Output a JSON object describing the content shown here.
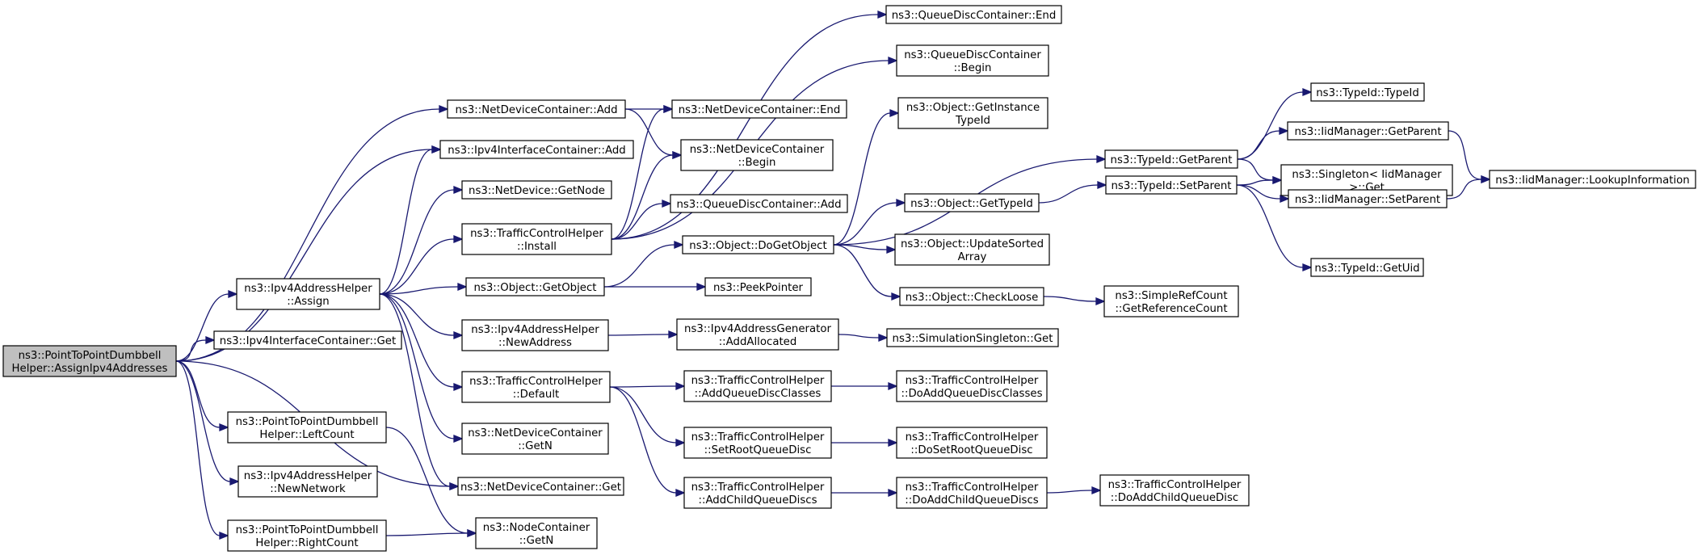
{
  "nodes": {
    "root": [
      "ns3::PointToPointDumbbell",
      "Helper::AssignIpv4Addresses"
    ],
    "ndc_add": [
      "ns3::NetDeviceContainer::Add"
    ],
    "iic_add": [
      "ns3::Ipv4InterfaceContainer::Add"
    ],
    "nd_getnode": [
      "ns3::NetDevice::GetNode"
    ],
    "tch_install": [
      "ns3::TrafficControlHelper",
      "::Install"
    ],
    "iah_assign": [
      "ns3::Ipv4AddressHelper",
      "::Assign"
    ],
    "iic_get": [
      "ns3::Ipv4InterfaceContainer::Get"
    ],
    "obj_getobject": [
      "ns3::Object::GetObject"
    ],
    "iah_newaddress": [
      "ns3::Ipv4AddressHelper",
      "::NewAddress"
    ],
    "tch_default": [
      "ns3::TrafficControlHelper",
      "::Default"
    ],
    "ndc_getn": [
      "ns3::NetDeviceContainer",
      "::GetN"
    ],
    "ndc_get": [
      "ns3::NetDeviceContainer::Get"
    ],
    "p2p_leftcount": [
      "ns3::PointToPointDumbbell",
      "Helper::LeftCount"
    ],
    "iah_newnetwork": [
      "ns3::Ipv4AddressHelper",
      "::NewNetwork"
    ],
    "p2p_rightcount": [
      "ns3::PointToPointDumbbell",
      "Helper::RightCount"
    ],
    "nc_getn": [
      "ns3::NodeContainer",
      "::GetN"
    ],
    "ndc_end": [
      "ns3::NetDeviceContainer::End"
    ],
    "ndc_begin": [
      "ns3::NetDeviceContainer",
      "::Begin"
    ],
    "qdc_add": [
      "ns3::QueueDiscContainer::Add"
    ],
    "obj_dogetobject": [
      "ns3::Object::DoGetObject"
    ],
    "peekpointer": [
      "ns3::PeekPointer"
    ],
    "iag_addallocated": [
      "ns3::Ipv4AddressGenerator",
      "::AddAllocated"
    ],
    "tch_addqueuediscclasses": [
      "ns3::TrafficControlHelper",
      "::AddQueueDiscClasses"
    ],
    "tch_setrootqueuedisc": [
      "ns3::TrafficControlHelper",
      "::SetRootQueueDisc"
    ],
    "tch_addchildqueuediscs": [
      "ns3::TrafficControlHelper",
      "::AddChildQueueDiscs"
    ],
    "qdc_end": [
      "ns3::QueueDiscContainer::End"
    ],
    "qdc_begin": [
      "ns3::QueueDiscContainer",
      "::Begin"
    ],
    "obj_getinstancetypeid": [
      "ns3::Object::GetInstance",
      "TypeId"
    ],
    "obj_gettypeid": [
      "ns3::Object::GetTypeId"
    ],
    "obj_updatesortedarray": [
      "ns3::Object::UpdateSorted",
      "Array"
    ],
    "obj_checkloose": [
      "ns3::Object::CheckLoose"
    ],
    "simsingleton_get": [
      "ns3::SimulationSingleton::Get"
    ],
    "tch_doaddqueuediscclasses": [
      "ns3::TrafficControlHelper",
      "::DoAddQueueDiscClasses"
    ],
    "tch_dosetrootqueuedisc": [
      "ns3::TrafficControlHelper",
      "::DoSetRootQueueDisc"
    ],
    "tch_doaddchildqueuediscs": [
      "ns3::TrafficControlHelper",
      "::DoAddChildQueueDiscs"
    ],
    "typeid_getparent": [
      "ns3::TypeId::GetParent"
    ],
    "typeid_setparent": [
      "ns3::TypeId::SetParent"
    ],
    "src_getreferencecount": [
      "ns3::SimpleRefCount",
      "::GetReferenceCount"
    ],
    "tch_doaddchildqueuedisc": [
      "ns3::TrafficControlHelper",
      "::DoAddChildQueueDisc"
    ],
    "typeid_typeid": [
      "ns3::TypeId::TypeId"
    ],
    "iidm_getparent": [
      "ns3::IidManager::GetParent"
    ],
    "singleton_get": [
      "ns3::Singleton< IidManager",
      ">::Get"
    ],
    "iidm_setparent": [
      "ns3::IidManager::SetParent"
    ],
    "typeid_getuid": [
      "ns3::TypeId::GetUid"
    ],
    "iidm_lookupinformation": [
      "ns3::IidManager::LookupInformation"
    ]
  },
  "edges": [
    [
      "root",
      "ndc_add"
    ],
    [
      "root",
      "iic_add"
    ],
    [
      "root",
      "iah_assign"
    ],
    [
      "root",
      "iic_get"
    ],
    [
      "root",
      "ndc_get"
    ],
    [
      "root",
      "p2p_leftcount"
    ],
    [
      "root",
      "iah_newnetwork"
    ],
    [
      "root",
      "p2p_rightcount"
    ],
    [
      "ndc_add",
      "ndc_end"
    ],
    [
      "ndc_add",
      "ndc_begin"
    ],
    [
      "iah_assign",
      "iic_add"
    ],
    [
      "iah_assign",
      "nd_getnode"
    ],
    [
      "iah_assign",
      "tch_install"
    ],
    [
      "iah_assign",
      "obj_getobject"
    ],
    [
      "iah_assign",
      "iah_newaddress"
    ],
    [
      "iah_assign",
      "tch_default"
    ],
    [
      "iah_assign",
      "ndc_getn"
    ],
    [
      "iah_assign",
      "ndc_get"
    ],
    [
      "tch_install",
      "ndc_end"
    ],
    [
      "tch_install",
      "ndc_begin"
    ],
    [
      "tch_install",
      "qdc_add"
    ],
    [
      "tch_install",
      "qdc_end"
    ],
    [
      "tch_install",
      "qdc_begin"
    ],
    [
      "obj_getobject",
      "obj_dogetobject"
    ],
    [
      "obj_getobject",
      "peekpointer"
    ],
    [
      "iah_newaddress",
      "iag_addallocated"
    ],
    [
      "tch_default",
      "tch_addqueuediscclasses"
    ],
    [
      "tch_default",
      "tch_setrootqueuedisc"
    ],
    [
      "tch_default",
      "tch_addchildqueuediscs"
    ],
    [
      "p2p_leftcount",
      "nc_getn"
    ],
    [
      "p2p_rightcount",
      "nc_getn"
    ],
    [
      "obj_dogetobject",
      "obj_getinstancetypeid"
    ],
    [
      "obj_dogetobject",
      "obj_gettypeid"
    ],
    [
      "obj_dogetobject",
      "obj_updatesortedarray"
    ],
    [
      "obj_dogetobject",
      "obj_checkloose"
    ],
    [
      "obj_dogetobject",
      "typeid_getparent"
    ],
    [
      "iag_addallocated",
      "simsingleton_get"
    ],
    [
      "tch_addqueuediscclasses",
      "tch_doaddqueuediscclasses"
    ],
    [
      "tch_setrootqueuedisc",
      "tch_dosetrootqueuedisc"
    ],
    [
      "tch_addchildqueuediscs",
      "tch_doaddchildqueuediscs"
    ],
    [
      "obj_gettypeid",
      "typeid_setparent"
    ],
    [
      "obj_checkloose",
      "src_getreferencecount"
    ],
    [
      "tch_doaddchildqueuediscs",
      "tch_doaddchildqueuedisc"
    ],
    [
      "typeid_getparent",
      "typeid_typeid"
    ],
    [
      "typeid_getparent",
      "iidm_getparent"
    ],
    [
      "typeid_getparent",
      "singleton_get"
    ],
    [
      "typeid_setparent",
      "singleton_get"
    ],
    [
      "typeid_setparent",
      "iidm_setparent"
    ],
    [
      "typeid_setparent",
      "typeid_getuid"
    ],
    [
      "iidm_getparent",
      "iidm_lookupinformation"
    ],
    [
      "iidm_setparent",
      "iidm_lookupinformation"
    ]
  ],
  "colors": {
    "edge": "#191970",
    "root_fill": "#bfbfbf",
    "node_fill": "#ffffff",
    "border": "#000000"
  }
}
